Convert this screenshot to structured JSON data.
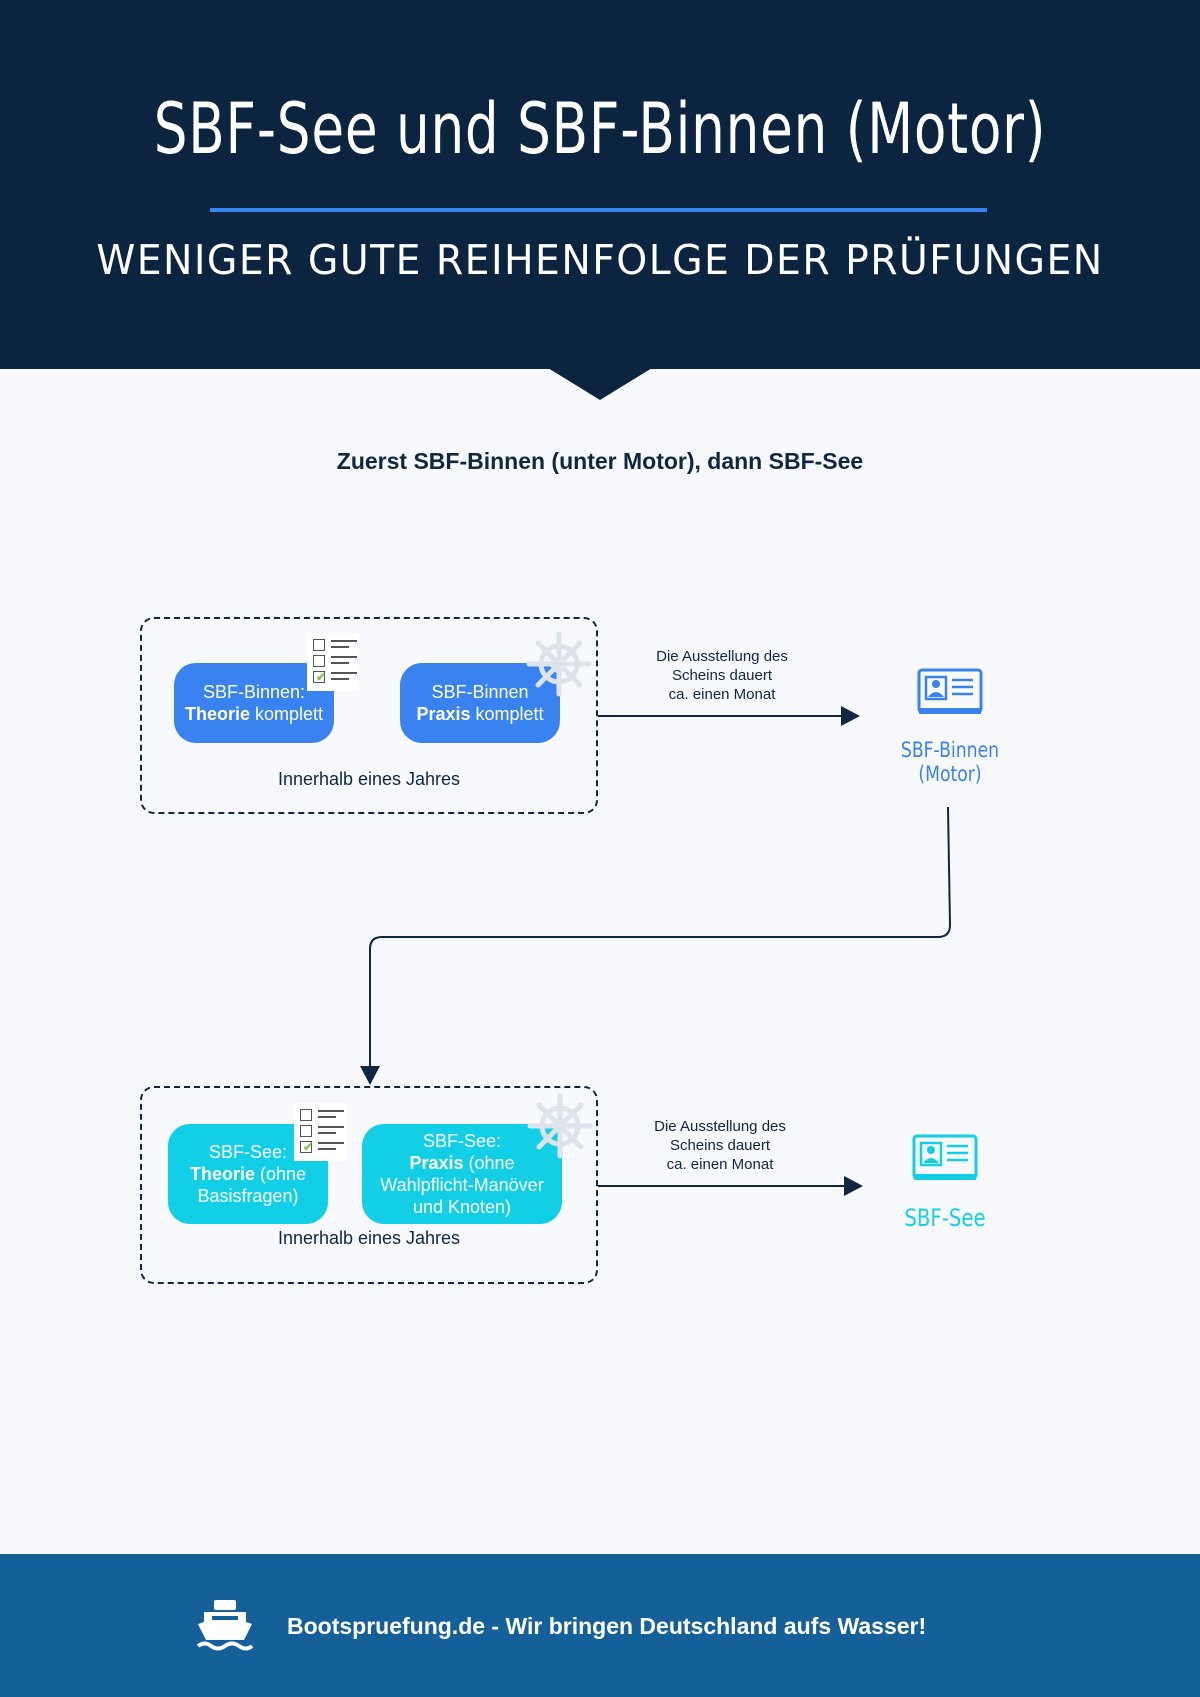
{
  "header": {
    "title": "SBF-See und SBF-Binnen (Motor)",
    "subtitle": "WENIGER GUTE REIHENFOLGE DER PRÜFUNGEN"
  },
  "section_heading": "Zuerst SBF-Binnen (unter Motor), dann SBF-See",
  "step1": {
    "theory_line1": "SBF-Binnen:",
    "theory_bold": "Theorie",
    "theory_rest": " komplett",
    "practice_line1": "SBF-Binnen",
    "practice_bold": "Praxis",
    "practice_rest": " komplett",
    "caption": "Innerhalb eines Jahres",
    "note_line1": "Die Ausstellung des",
    "note_line2": "Scheins dauert",
    "note_line3": "ca. einen Monat",
    "license_line1": "SBF-Binnen",
    "license_line2": "(Motor)"
  },
  "step2": {
    "theory_line1": "SBF-See:",
    "theory_bold": "Theorie",
    "theory_rest": " (ohne",
    "theory_line3": "Basisfragen)",
    "practice_line1": "SBF-See:",
    "practice_bold": "Praxis",
    "practice_rest": " (ohne",
    "practice_line3": "Wahlpflicht-Manöver",
    "practice_line4": "und Knoten)",
    "caption": "Innerhalb eines Jahres",
    "note_line1": "Die Ausstellung des",
    "note_line2": "Scheins dauert",
    "note_line3": "ca. einen Monat",
    "license_line1": "SBF-See"
  },
  "footer": {
    "text": "Bootspruefung.de - Wir bringen Deutschland aufs Wasser!"
  },
  "colors": {
    "navy": "#0b2440",
    "blue": "#3a82f0",
    "cyan": "#13cfe6",
    "footer": "#16609a"
  },
  "icons": [
    "checklist-icon",
    "ship-wheel-icon",
    "license-card-icon",
    "boat-logo-icon"
  ]
}
